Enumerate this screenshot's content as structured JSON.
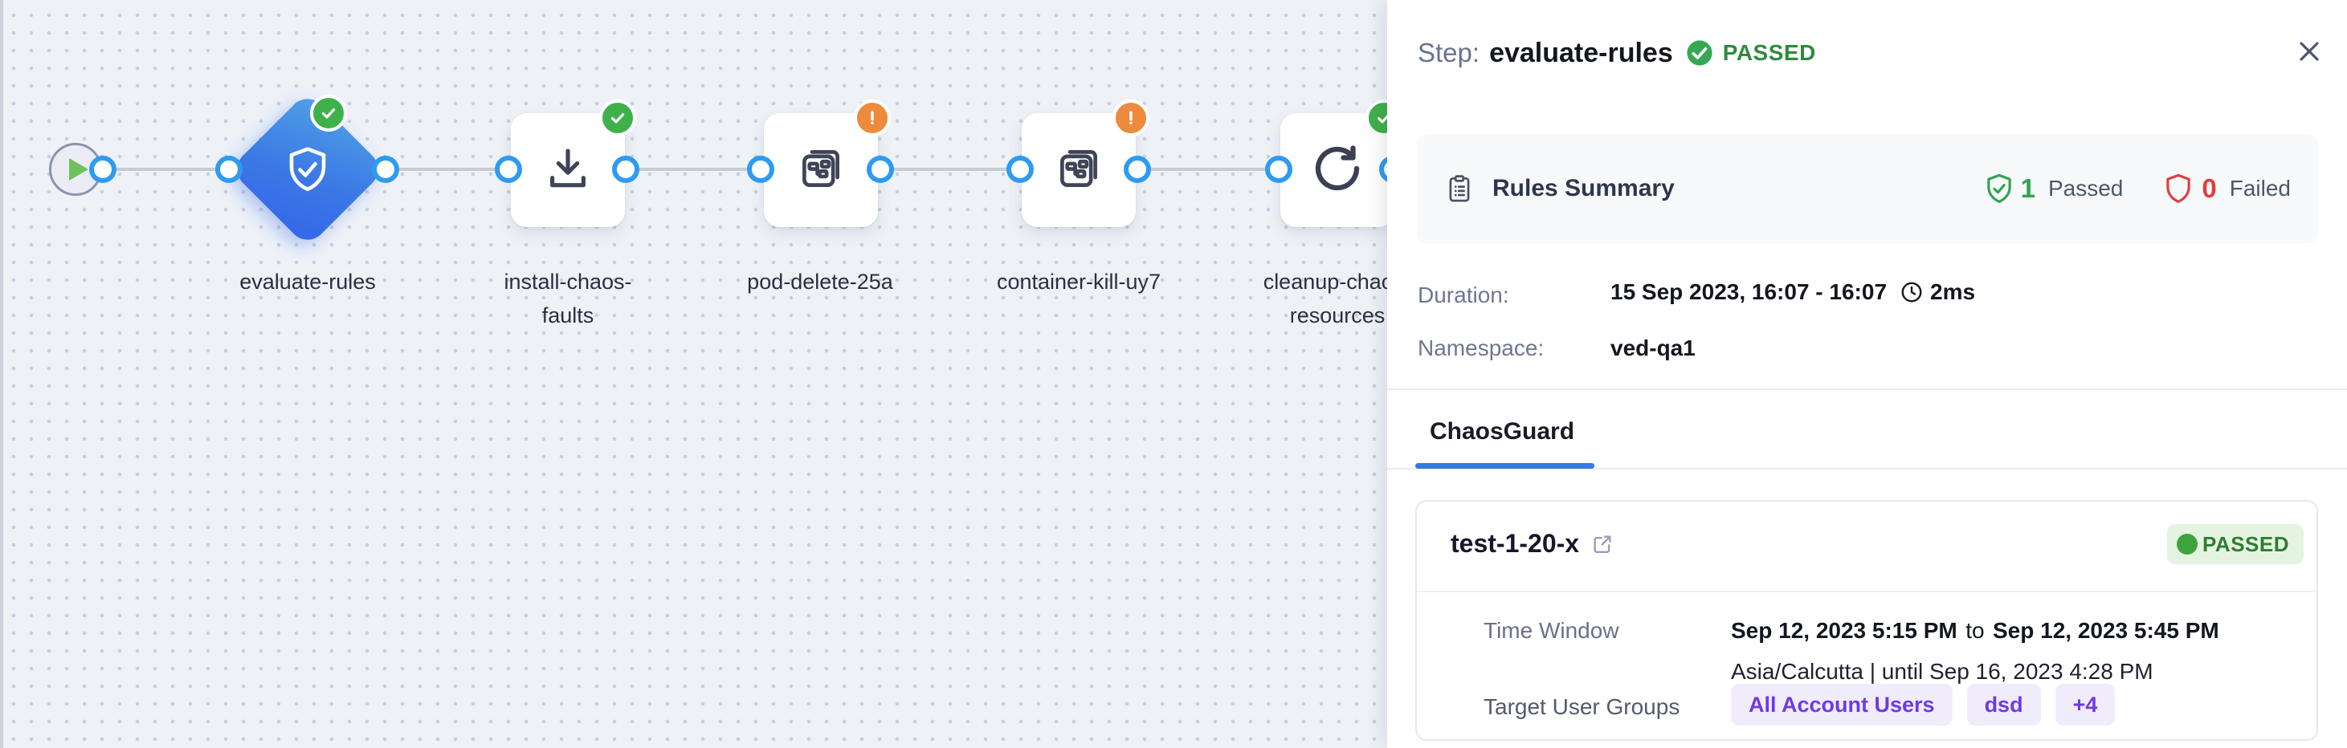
{
  "canvas": {
    "nodes": [
      {
        "type": "start",
        "label": ""
      },
      {
        "label": "evaluate-rules",
        "status": "passed",
        "icon": "shield-check-icon"
      },
      {
        "label": "install-chaos-faults",
        "status": "passed",
        "icon": "download-icon"
      },
      {
        "label": "pod-delete-25a",
        "status": "warning",
        "icon": "chaos-fault-icon"
      },
      {
        "label": "container-kill-uy7",
        "status": "warning",
        "icon": "chaos-fault-icon"
      },
      {
        "label": "cleanup-chaos-resources",
        "status": "passed",
        "icon": "refresh-icon"
      }
    ]
  },
  "panel": {
    "header": {
      "prefix": "Step:",
      "title": "evaluate-rules",
      "status": "PASSED"
    },
    "rules_summary": {
      "title": "Rules Summary",
      "passed_count": "1",
      "passed_label": "Passed",
      "failed_count": "0",
      "failed_label": "Failed"
    },
    "details": {
      "duration_label": "Duration:",
      "duration_value": "15 Sep 2023, 16:07 - 16:07",
      "duration_ms": "2ms",
      "namespace_label": "Namespace:",
      "namespace_value": "ved-qa1"
    },
    "tabs": [
      {
        "label": "ChaosGuard",
        "active": true
      }
    ],
    "guard_card": {
      "name": "test-1-20-x",
      "status": "PASSED",
      "time_window_label": "Time Window",
      "time_from": "Sep 12, 2023 5:15 PM",
      "to_word": "to",
      "time_to": "Sep 12, 2023 5:45 PM",
      "timezone_line": "Asia/Calcutta | until Sep 16, 2023 4:28 PM",
      "target_label": "Target User Groups",
      "chips": [
        "All Account Users",
        "dsd",
        "+4"
      ]
    }
  },
  "colors": {
    "node_selected_blue": "#3b79e6",
    "port_blue": "#2f9bf0",
    "status_green": "#3fb14a",
    "status_orange": "#ed8b3d",
    "passed_text_green": "#2e8b3c",
    "failed_red": "#e23d3d",
    "tab_underline_blue": "#2f7ae5",
    "chip_purple": "#6d3be4",
    "canvas_bg": "#eef2f7"
  }
}
